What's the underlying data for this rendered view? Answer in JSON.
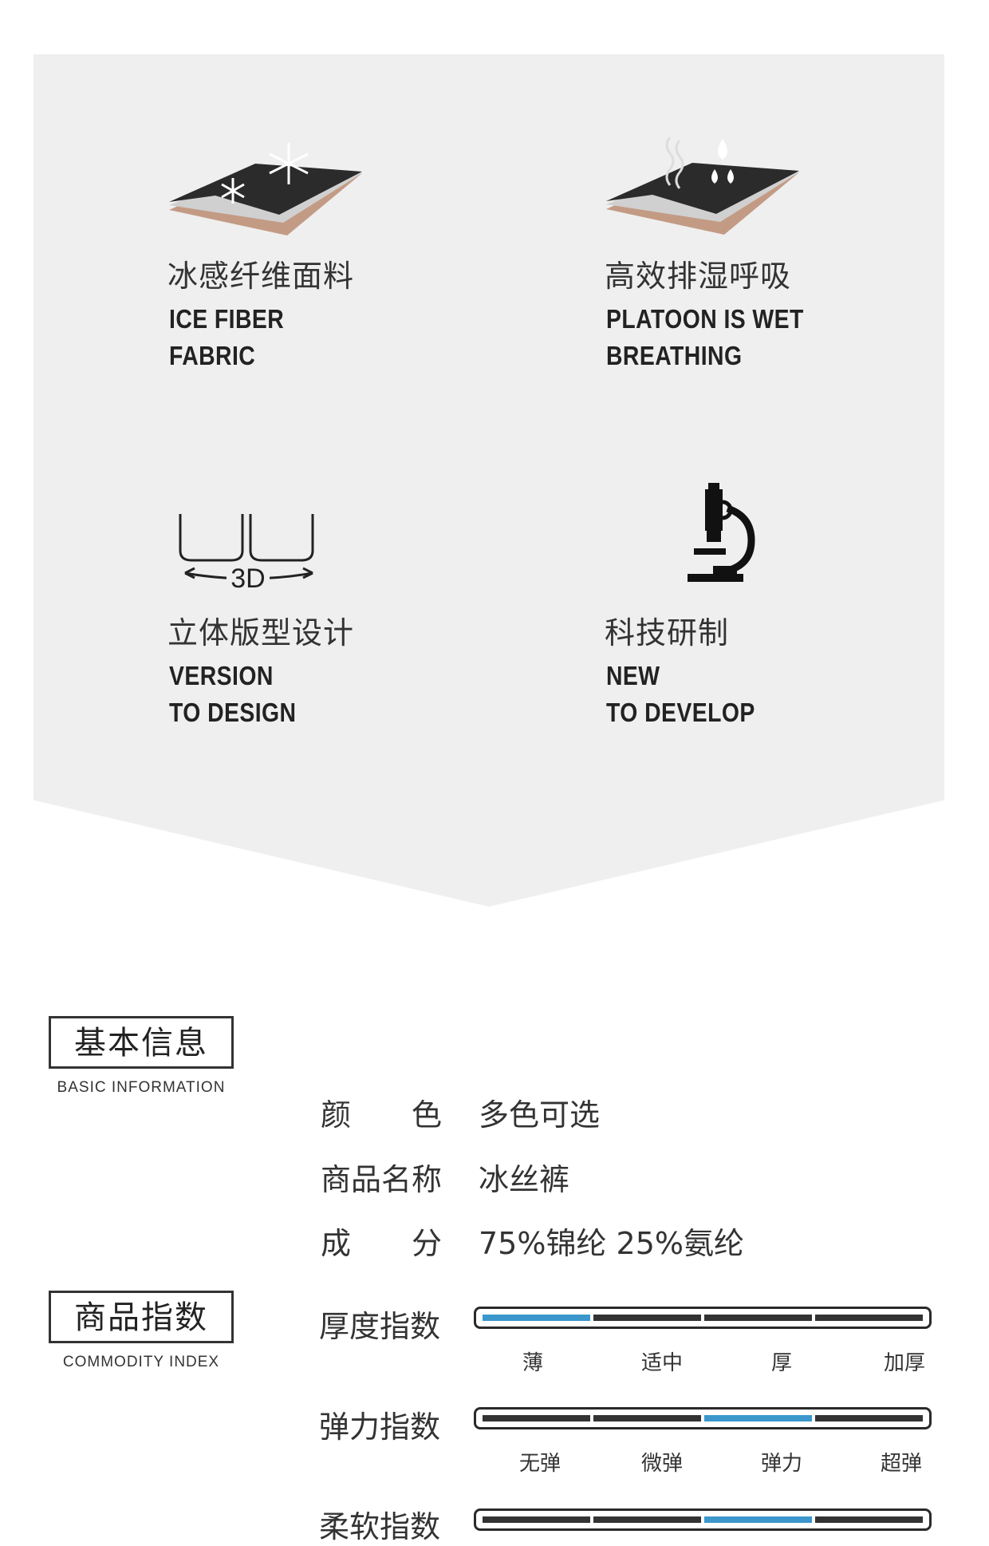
{
  "features": [
    {
      "zh": "冰感纤维面料",
      "en1": "ICE FIBER",
      "en2": "FABRIC",
      "icon": "ice-fabric-icon"
    },
    {
      "zh": "高效排湿呼吸",
      "en1": "PLATOON IS WET",
      "en2": "BREATHING",
      "icon": "moisture-breathing-icon"
    },
    {
      "zh": "立体版型设计",
      "en1": "VERSION",
      "en2": "TO DESIGN",
      "icon": "3d-version-icon",
      "icon_text": "3D"
    },
    {
      "zh": "科技研制",
      "en1": "NEW",
      "en2": "TO DEVELOP",
      "icon": "microscope-icon"
    }
  ],
  "basic": {
    "title_zh": "基本信息",
    "title_en": "BASIC INFORMATION",
    "rows": [
      {
        "label": "颜　　色",
        "value": "多色可选"
      },
      {
        "label": "商品名称",
        "value": "冰丝裤"
      },
      {
        "label": "成　　分",
        "value": "75%锦纶 25%氨纶"
      }
    ]
  },
  "index": {
    "title_zh": "商品指数",
    "title_en": "COMMODITY INDEX",
    "active_color": "#3b97cc",
    "inactive_color": "#333333",
    "rows": [
      {
        "label": "厚度指数",
        "ticks": [
          "薄",
          "适中",
          "厚",
          "加厚"
        ],
        "active_index": 0
      },
      {
        "label": "弹力指数",
        "ticks": [
          "无弹",
          "微弹",
          "弹力",
          "超弹"
        ],
        "active_index": 2
      },
      {
        "label": "柔软指数",
        "active_index": 2
      }
    ]
  }
}
